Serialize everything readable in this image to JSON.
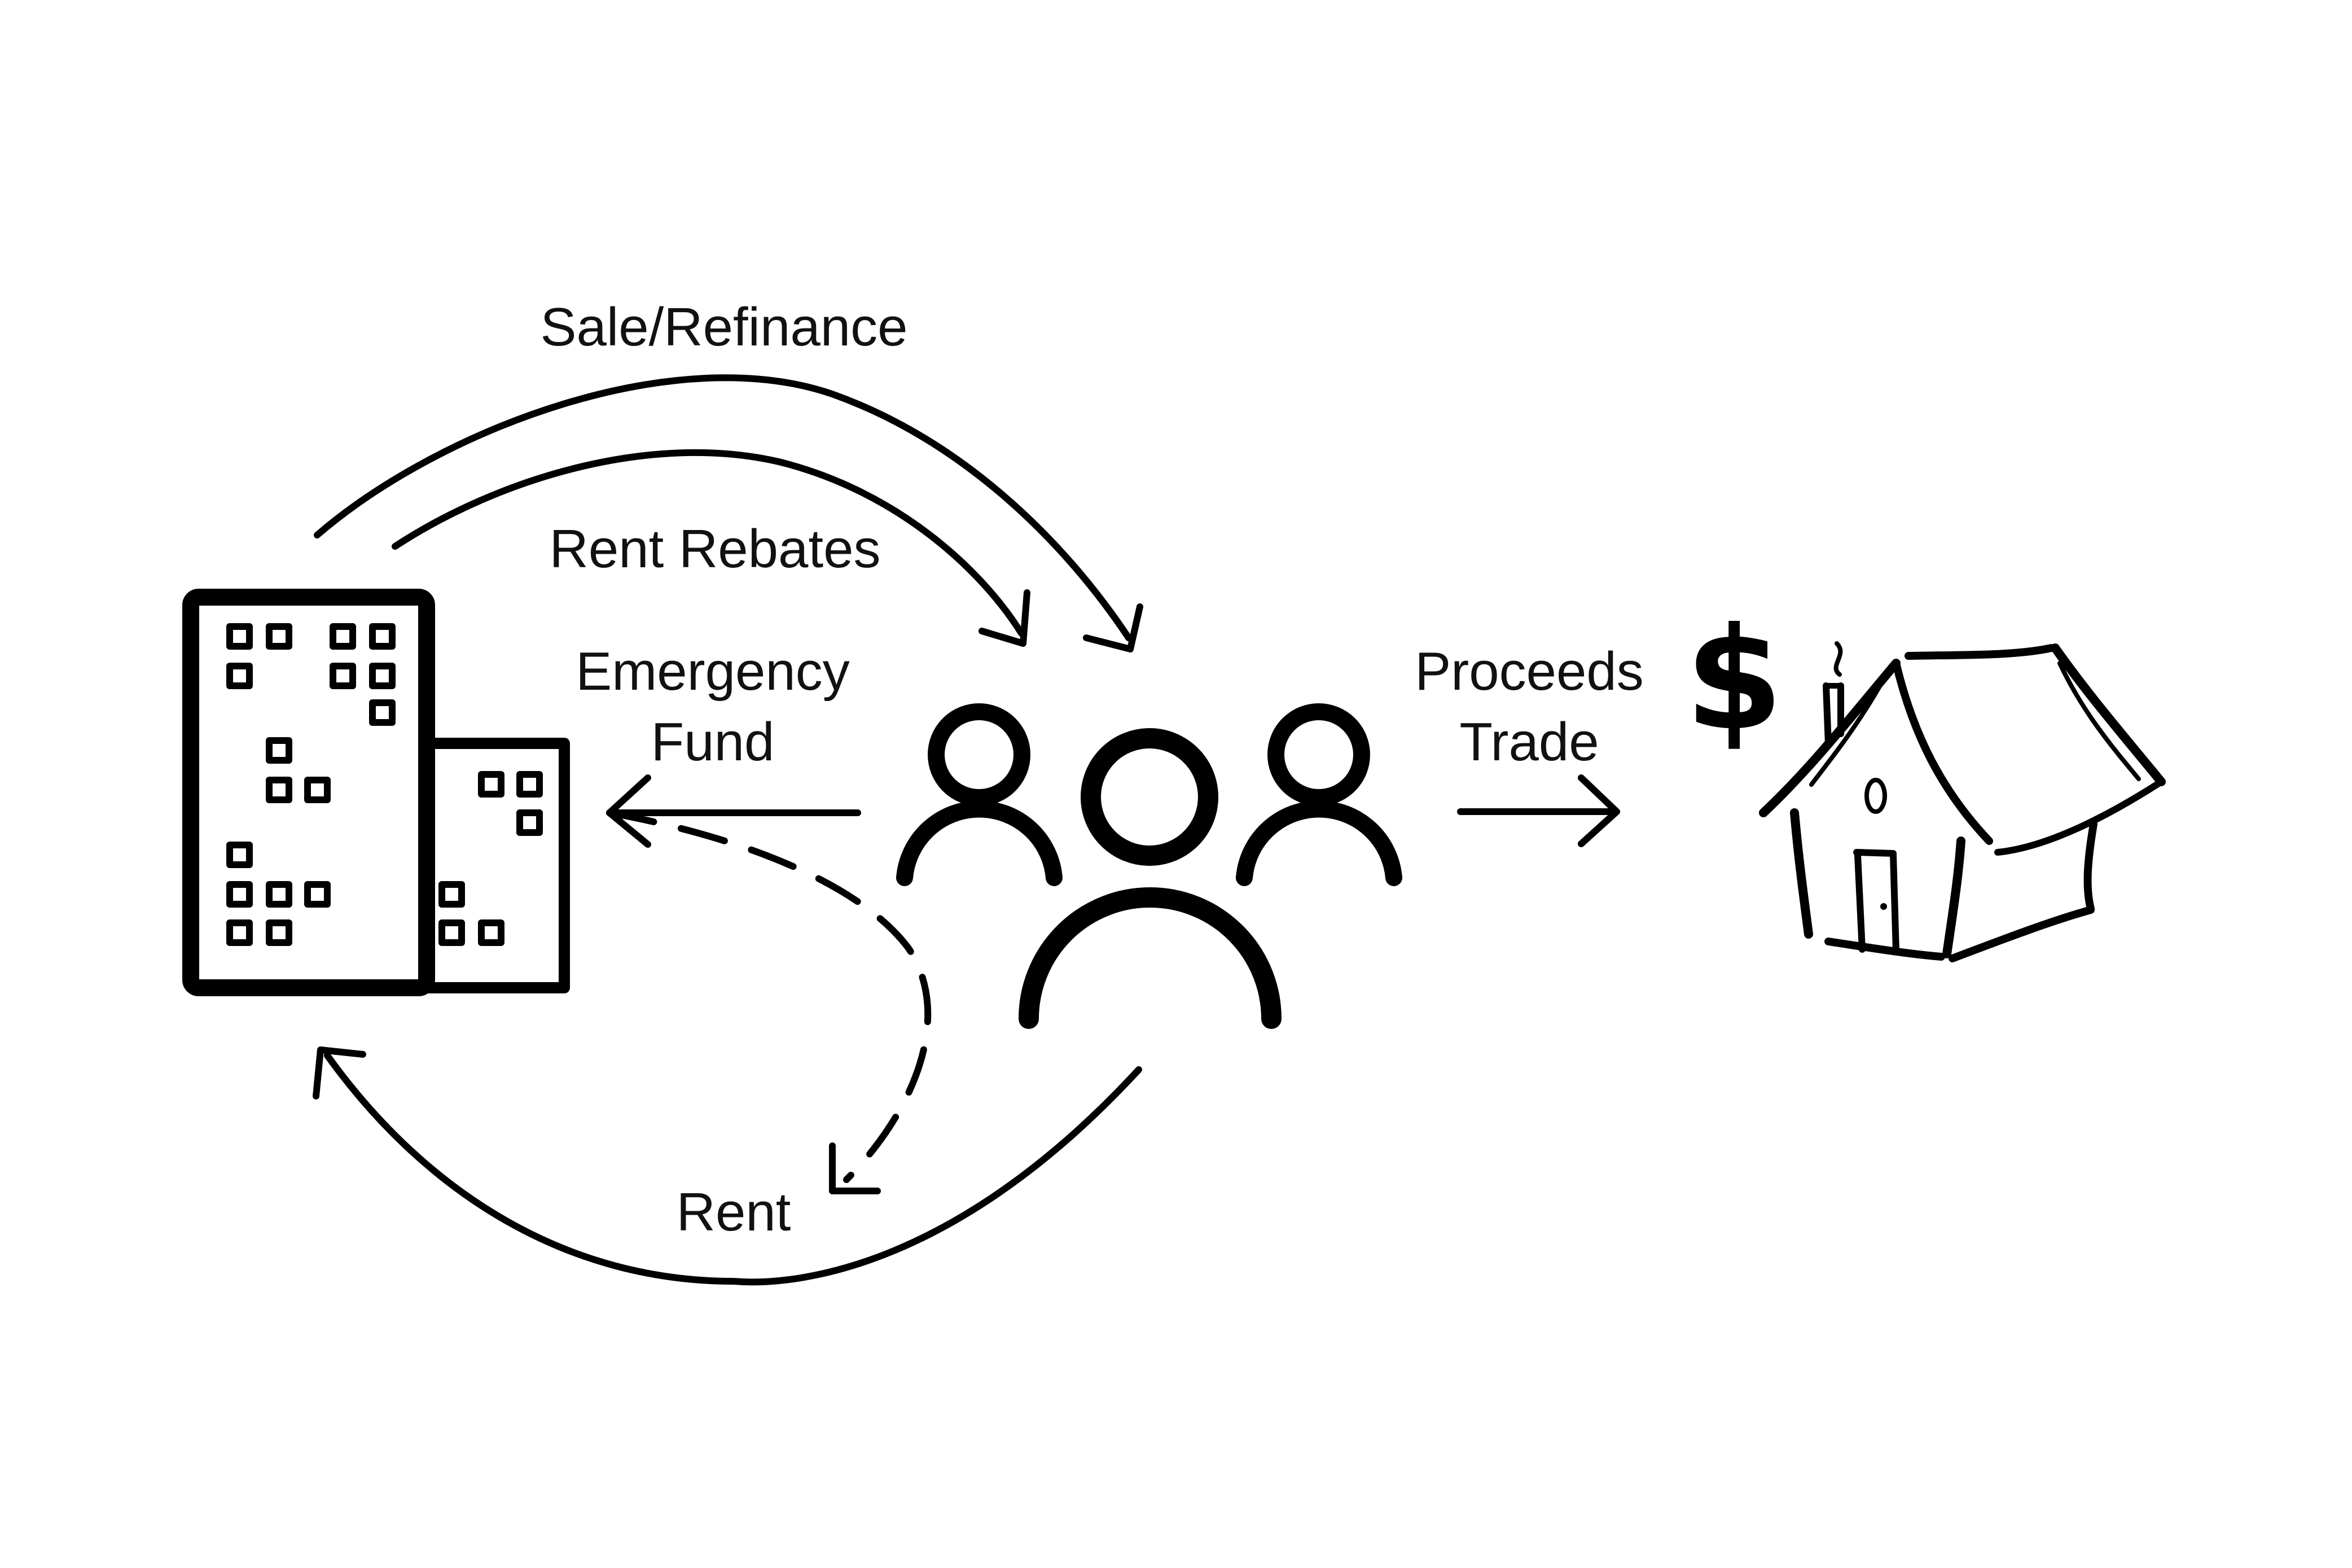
{
  "colors": {
    "ink": "#000000",
    "background": "#ffffff"
  },
  "icons": [
    "apartment-building-icon",
    "people-group-icon",
    "dollar-sign-icon",
    "house-icon"
  ],
  "labels": {
    "sale_refinance": "Sale/Refinance",
    "rent_rebates": "Rent Rebates",
    "emergency_fund_line1": "Emergency",
    "emergency_fund_line2": "Fund",
    "proceeds_trade_line1": "Proceeds",
    "proceeds_trade_line2": "Trade",
    "rent": "Rent",
    "dollar": "$"
  }
}
